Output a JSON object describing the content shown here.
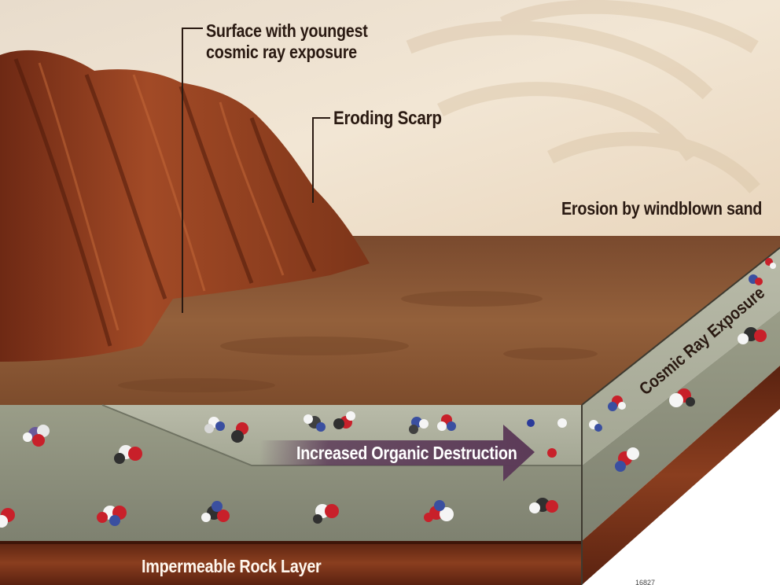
{
  "labels": {
    "surface_line1": "Surface with youngest",
    "surface_line2": "cosmic ray exposure",
    "eroding_scarp": "Eroding Scarp",
    "erosion_sand": "Erosion by windblown sand",
    "organic_destruction": "Increased Organic Destruction",
    "cosmic_ray_exposure": "Cosmic Ray Exposure",
    "impermeable_rock": "Impermeable Rock Layer",
    "figure_id": "16827"
  },
  "colors": {
    "sky": "#efe2cf",
    "ground": "#8a5330",
    "scarp": "#8e3a1c",
    "gray_layer": "#8c8f7a",
    "rock_layer": "#6e2d19",
    "arrow": "#5c3b58"
  }
}
